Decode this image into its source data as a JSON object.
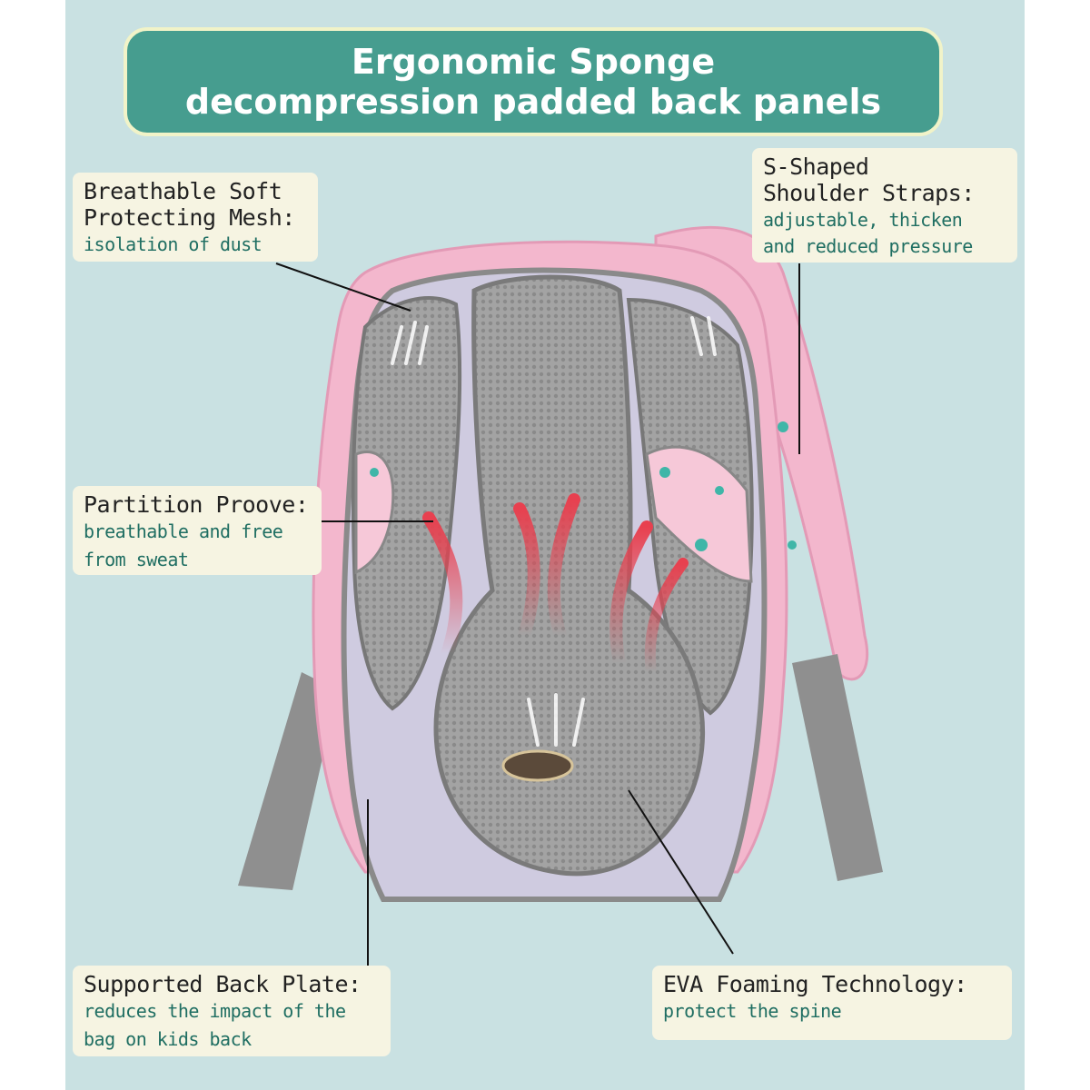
{
  "banner": {
    "line1": "Ergonomic Sponge",
    "line2": "decompression padded back panels"
  },
  "callouts": {
    "mesh": {
      "head1": "Breathable Soft",
      "head2": "Protecting Mesh:",
      "sub1": "isolation of dust"
    },
    "straps": {
      "head1": "S-Shaped",
      "head2": "Shoulder Straps:",
      "sub1": "adjustable, thicken",
      "sub2": "and reduced pressure"
    },
    "groove": {
      "head1": "Partition Proove:",
      "sub1": "breathable and free",
      "sub2": "from sweat"
    },
    "plate": {
      "head1": "Supported Back Plate:",
      "sub1": "reduces the impact of the",
      "sub2": "bag on kids back"
    },
    "eva": {
      "head1": "EVA Foaming Technology:",
      "sub1": "protect the spine"
    }
  },
  "colors": {
    "background": "#c9e1e2",
    "banner": "#469d8f",
    "callout_bg": "#f6f4e2",
    "accent_text": "#1f6e62",
    "mesh_gray": "#9c9c9c",
    "panel_lavender": "#cfcbe0",
    "backpack_pink": "#f3b7cd",
    "airflow_red": "#e8404f"
  }
}
